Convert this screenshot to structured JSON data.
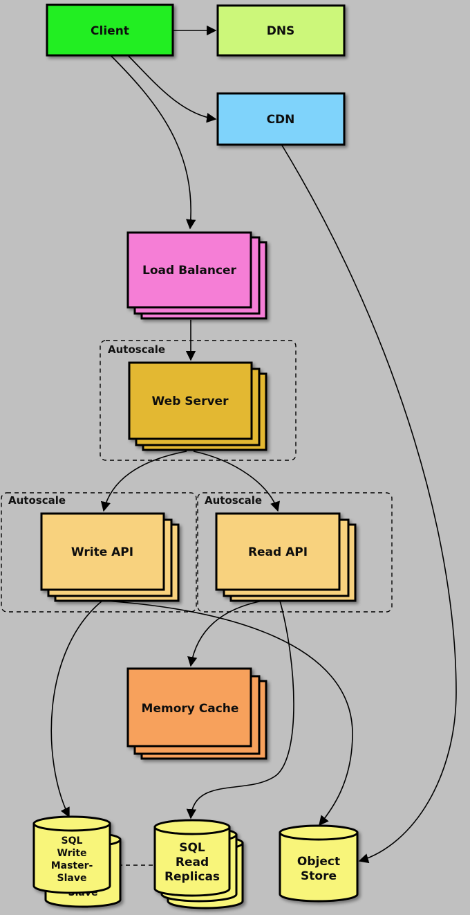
{
  "nodes": {
    "client": {
      "label": "Client",
      "color": "#22ee22"
    },
    "dns": {
      "label": "DNS",
      "color": "#ccf77a"
    },
    "cdn": {
      "label": "CDN",
      "color": "#7fd3fb"
    },
    "load_balancer": {
      "label": "Load Balancer",
      "color": "#f57ed6"
    },
    "web_server": {
      "label": "Web Server",
      "color": "#e3b833"
    },
    "write_api": {
      "label": "Write API",
      "color": "#f8d27e"
    },
    "read_api": {
      "label": "Read API",
      "color": "#f8d27e"
    },
    "memory_cache": {
      "label": "Memory Cache",
      "color": "#f7a15c"
    },
    "sql_write": {
      "label_lines": [
        "SQL",
        "Write",
        "Master-",
        "Slave"
      ],
      "back_label": "Slave",
      "color": "#f8f57a"
    },
    "sql_read": {
      "label_lines": [
        "SQL",
        "Read",
        "Replicas"
      ],
      "color": "#f8f57a"
    },
    "object_store": {
      "label_lines": [
        "Object",
        "Store"
      ],
      "color": "#f8f57a"
    }
  },
  "groups": {
    "web": {
      "label": "Autoscale"
    },
    "write": {
      "label": "Autoscale"
    },
    "read": {
      "label": "Autoscale"
    }
  }
}
